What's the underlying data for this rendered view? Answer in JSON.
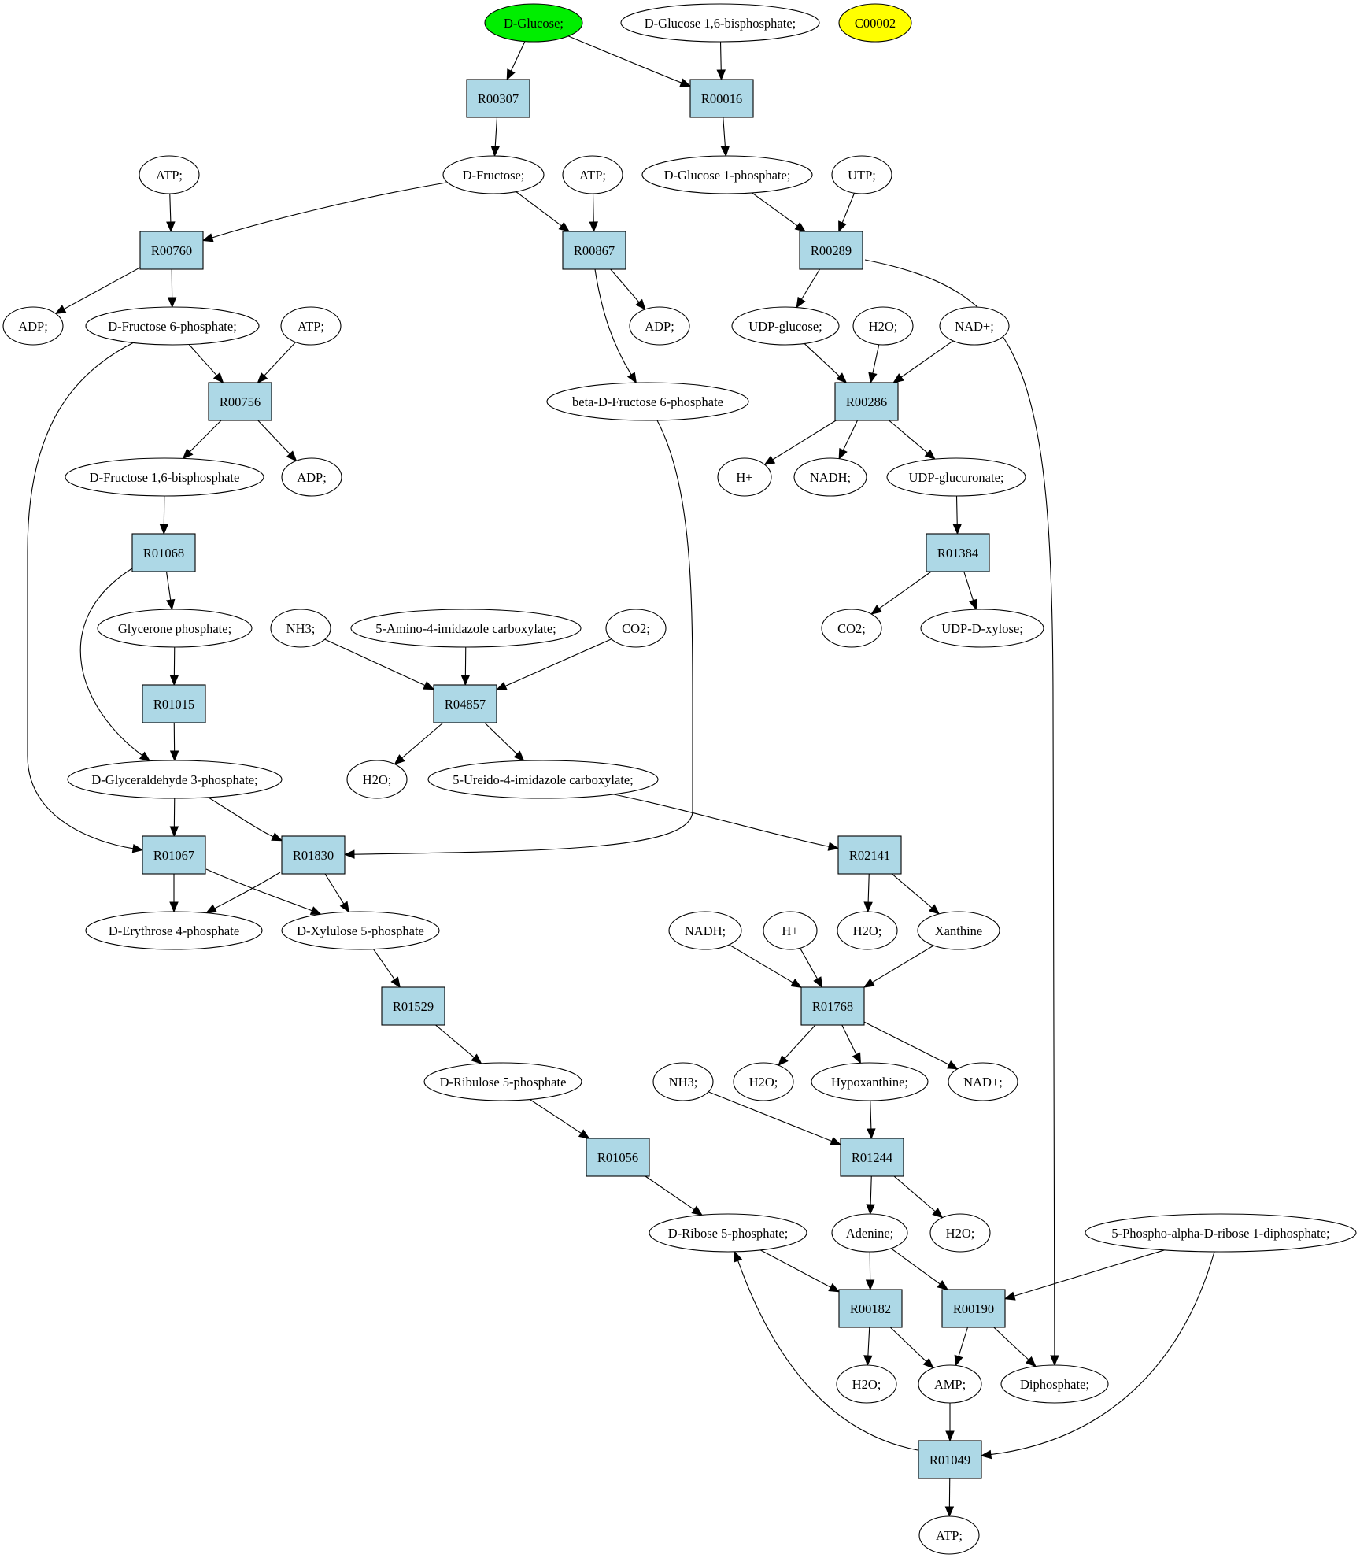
{
  "graph": {
    "compounds": [
      {
        "id": "glc",
        "label": "D-Glucose;",
        "highlight": "green"
      },
      {
        "id": "g16bp",
        "label": "D-Glucose 1,6-bisphosphate;"
      },
      {
        "id": "c00002",
        "label": "C00002",
        "highlight": "yellow"
      },
      {
        "id": "atp1",
        "label": "ATP;"
      },
      {
        "id": "fru",
        "label": "D-Fructose;"
      },
      {
        "id": "atp2",
        "label": "ATP;"
      },
      {
        "id": "g1p",
        "label": "D-Glucose 1-phosphate;"
      },
      {
        "id": "utp",
        "label": "UTP;"
      },
      {
        "id": "adp1",
        "label": "ADP;"
      },
      {
        "id": "f6p",
        "label": "D-Fructose 6-phosphate;"
      },
      {
        "id": "atp3",
        "label": "ATP;"
      },
      {
        "id": "adp2",
        "label": "ADP;"
      },
      {
        "id": "udpglc",
        "label": "UDP-glucose;"
      },
      {
        "id": "h2o1",
        "label": "H2O;"
      },
      {
        "id": "nad1",
        "label": "NAD+;"
      },
      {
        "id": "bf6p",
        "label": "beta-D-Fructose 6-phosphate"
      },
      {
        "id": "f16bp",
        "label": "D-Fructose 1,6-bisphosphate"
      },
      {
        "id": "adp3",
        "label": "ADP;"
      },
      {
        "id": "hplus1",
        "label": "H+"
      },
      {
        "id": "nadh1",
        "label": "NADH;"
      },
      {
        "id": "udpgluc",
        "label": "UDP-glucuronate;"
      },
      {
        "id": "dhap",
        "label": "Glycerone phosphate;"
      },
      {
        "id": "nh3a",
        "label": "NH3;"
      },
      {
        "id": "aic",
        "label": "5-Amino-4-imidazole carboxylate;"
      },
      {
        "id": "co2a",
        "label": "CO2;"
      },
      {
        "id": "co2b",
        "label": "CO2;"
      },
      {
        "id": "udpxyl",
        "label": "UDP-D-xylose;"
      },
      {
        "id": "gap",
        "label": "D-Glyceraldehyde 3-phosphate;"
      },
      {
        "id": "h2o2",
        "label": "H2O;"
      },
      {
        "id": "uic",
        "label": "5-Ureido-4-imidazole carboxylate;"
      },
      {
        "id": "e4p",
        "label": "D-Erythrose 4-phosphate"
      },
      {
        "id": "xu5p",
        "label": "D-Xylulose 5-phosphate"
      },
      {
        "id": "nadh2",
        "label": "NADH;"
      },
      {
        "id": "hplus2",
        "label": "H+"
      },
      {
        "id": "h2o3",
        "label": "H2O;"
      },
      {
        "id": "xan",
        "label": "Xanthine"
      },
      {
        "id": "ru5p",
        "label": "D-Ribulose 5-phosphate"
      },
      {
        "id": "nh3b",
        "label": "NH3;"
      },
      {
        "id": "h2o4",
        "label": "H2O;"
      },
      {
        "id": "hyp",
        "label": "Hypoxanthine;"
      },
      {
        "id": "nad2",
        "label": "NAD+;"
      },
      {
        "id": "r5p",
        "label": "D-Ribose 5-phosphate;"
      },
      {
        "id": "ade",
        "label": "Adenine;"
      },
      {
        "id": "h2o5",
        "label": "H2O;"
      },
      {
        "id": "prpp",
        "label": "5-Phospho-alpha-D-ribose 1-diphosphate;"
      },
      {
        "id": "h2o6",
        "label": "H2O;"
      },
      {
        "id": "amp",
        "label": "AMP;"
      },
      {
        "id": "ppi",
        "label": "Diphosphate;"
      },
      {
        "id": "atp4",
        "label": "ATP;"
      }
    ],
    "reactions": [
      {
        "id": "R00307",
        "label": "R00307"
      },
      {
        "id": "R00016",
        "label": "R00016"
      },
      {
        "id": "R00760",
        "label": "R00760"
      },
      {
        "id": "R00867",
        "label": "R00867"
      },
      {
        "id": "R00289",
        "label": "R00289"
      },
      {
        "id": "R00756",
        "label": "R00756"
      },
      {
        "id": "R00286",
        "label": "R00286"
      },
      {
        "id": "R01068",
        "label": "R01068"
      },
      {
        "id": "R01384",
        "label": "R01384"
      },
      {
        "id": "R01015",
        "label": "R01015"
      },
      {
        "id": "R04857",
        "label": "R04857"
      },
      {
        "id": "R01067",
        "label": "R01067"
      },
      {
        "id": "R01830",
        "label": "R01830"
      },
      {
        "id": "R02141",
        "label": "R02141"
      },
      {
        "id": "R01768",
        "label": "R01768"
      },
      {
        "id": "R01529",
        "label": "R01529"
      },
      {
        "id": "R01244",
        "label": "R01244"
      },
      {
        "id": "R01056",
        "label": "R01056"
      },
      {
        "id": "R00182",
        "label": "R00182"
      },
      {
        "id": "R00190",
        "label": "R00190"
      },
      {
        "id": "R01049",
        "label": "R01049"
      }
    ],
    "edges": [
      [
        "glc",
        "R00307"
      ],
      [
        "glc",
        "R00016"
      ],
      [
        "g16bp",
        "R00016"
      ],
      [
        "R00307",
        "fru"
      ],
      [
        "R00016",
        "g1p"
      ],
      [
        "atp1",
        "R00760"
      ],
      [
        "fru",
        "R00760"
      ],
      [
        "fru",
        "R00867"
      ],
      [
        "atp2",
        "R00867"
      ],
      [
        "g1p",
        "R00289"
      ],
      [
        "utp",
        "R00289"
      ],
      [
        "R00760",
        "adp1"
      ],
      [
        "R00760",
        "f6p"
      ],
      [
        "R00867",
        "adp2"
      ],
      [
        "R00867",
        "bf6p"
      ],
      [
        "R00289",
        "udpglc"
      ],
      [
        "R00289",
        "ppi"
      ],
      [
        "f6p",
        "R00756"
      ],
      [
        "atp3",
        "R00756"
      ],
      [
        "f6p",
        "R01067"
      ],
      [
        "udpglc",
        "R00286"
      ],
      [
        "h2o1",
        "R00286"
      ],
      [
        "nad1",
        "R00286"
      ],
      [
        "bf6p",
        "R01830"
      ],
      [
        "R00756",
        "f16bp"
      ],
      [
        "R00756",
        "adp3"
      ],
      [
        "R00286",
        "hplus1"
      ],
      [
        "R00286",
        "nadh1"
      ],
      [
        "R00286",
        "udpgluc"
      ],
      [
        "f16bp",
        "R01068"
      ],
      [
        "udpgluc",
        "R01384"
      ],
      [
        "R01068",
        "dhap"
      ],
      [
        "R01068",
        "gap"
      ],
      [
        "R01384",
        "co2b"
      ],
      [
        "R01384",
        "udpxyl"
      ],
      [
        "dhap",
        "R01015"
      ],
      [
        "nh3a",
        "R04857"
      ],
      [
        "aic",
        "R04857"
      ],
      [
        "co2a",
        "R04857"
      ],
      [
        "R01015",
        "gap"
      ],
      [
        "R04857",
        "h2o2"
      ],
      [
        "R04857",
        "uic"
      ],
      [
        "gap",
        "R01067"
      ],
      [
        "gap",
        "R01830"
      ],
      [
        "uic",
        "R02141"
      ],
      [
        "R01067",
        "e4p"
      ],
      [
        "R01067",
        "xu5p"
      ],
      [
        "R01830",
        "e4p"
      ],
      [
        "R01830",
        "xu5p"
      ],
      [
        "R02141",
        "h2o3"
      ],
      [
        "R02141",
        "xan"
      ],
      [
        "xu5p",
        "R01529"
      ],
      [
        "nadh2",
        "R01768"
      ],
      [
        "hplus2",
        "R01768"
      ],
      [
        "xan",
        "R01768"
      ],
      [
        "R01529",
        "ru5p"
      ],
      [
        "R01768",
        "h2o4"
      ],
      [
        "R01768",
        "hyp"
      ],
      [
        "R01768",
        "nad2"
      ],
      [
        "ru5p",
        "R01056"
      ],
      [
        "nh3b",
        "R01244"
      ],
      [
        "hyp",
        "R01244"
      ],
      [
        "R01056",
        "r5p"
      ],
      [
        "R01244",
        "ade"
      ],
      [
        "R01244",
        "h2o5"
      ],
      [
        "r5p",
        "R00182"
      ],
      [
        "ade",
        "R00182"
      ],
      [
        "ade",
        "R00190"
      ],
      [
        "prpp",
        "R00190"
      ],
      [
        "prpp",
        "R01049"
      ],
      [
        "R00182",
        "h2o6"
      ],
      [
        "R00182",
        "amp"
      ],
      [
        "R00190",
        "amp"
      ],
      [
        "R00190",
        "ppi"
      ],
      [
        "amp",
        "R01049"
      ],
      [
        "R01049",
        "r5p"
      ],
      [
        "R01049",
        "atp4"
      ]
    ]
  },
  "colors": {
    "reaction_fill": "#add8e6",
    "compound_fill": "#ffffff",
    "green": "#00ee00",
    "yellow": "#ffff00",
    "stroke": "#000000"
  }
}
